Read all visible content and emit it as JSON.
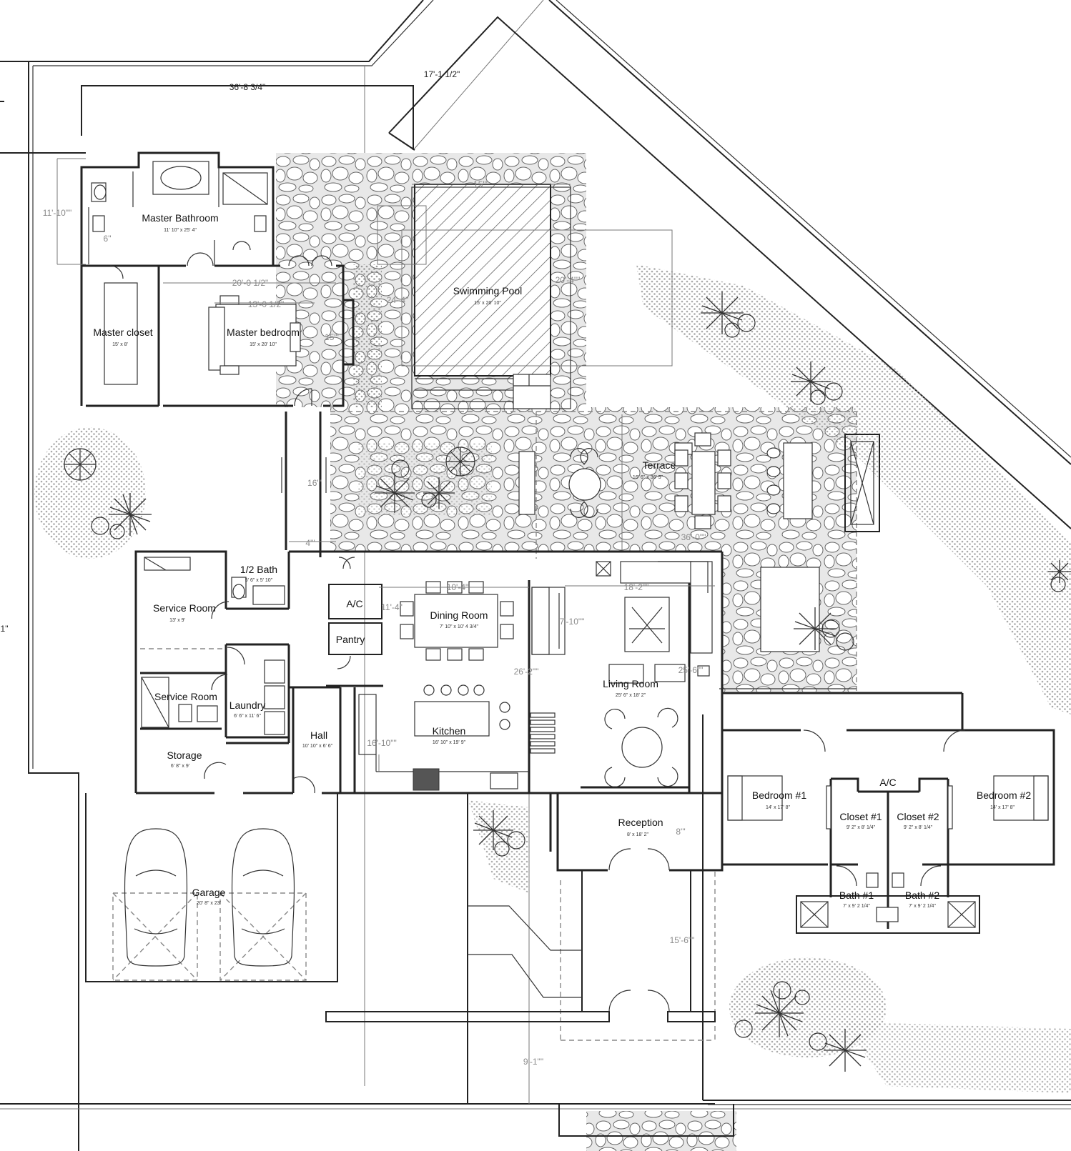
{
  "rooms": {
    "master_bathroom": {
      "name": "Master Bathroom",
      "size": "11' 10\" x 25' 4\""
    },
    "master_closet": {
      "name": "Master closet",
      "size": "15' x 8'"
    },
    "master_bedroom": {
      "name": "Master bedroom",
      "size": "15' x 20' 10\""
    },
    "swimming_pool": {
      "name": "Swimming Pool",
      "size": "15' x 20' 10\""
    },
    "terrace": {
      "name": "Terrace",
      "size": "16' 6\" x 36' 5\""
    },
    "half_bath": {
      "name": "1/2 Bath",
      "size": "5' 6\" x 5' 10\""
    },
    "service_room_1": {
      "name": "Service Room",
      "size": "13' x 9'"
    },
    "service_room_2": {
      "name": "Service Room"
    },
    "ac_main": {
      "name": "A/C"
    },
    "pantry": {
      "name": "Pantry"
    },
    "dining_room": {
      "name": "Dining Room",
      "size": "7' 10\" x 10' 4 3/4\""
    },
    "living_room": {
      "name": "Living Room",
      "size": "25' 6\" x 18' 2\""
    },
    "laundry": {
      "name": "Laundry",
      "size": "6' 6\" x 11' 6\""
    },
    "kitchen": {
      "name": "Kitchen",
      "size": "16' 10\" x 19' 9\""
    },
    "hall": {
      "name": "Hall",
      "size": "10' 10\" x 6' 6\""
    },
    "storage": {
      "name": "Storage",
      "size": "6' 8\" x 9'"
    },
    "garage": {
      "name": "Garage",
      "size": "20' 8\" x 23'"
    },
    "reception": {
      "name": "Reception",
      "size": "8' x 18' 2\""
    },
    "bedroom_1": {
      "name": "Bedroom #1",
      "size": "14' x 17' 8\""
    },
    "bedroom_2": {
      "name": "Bedroom #2",
      "size": "14' x 17' 8\""
    },
    "ac_bedrooms": {
      "name": "A/C"
    },
    "closet_1": {
      "name": "Closet #1",
      "size": "9' 2\" x 8' 1/4\""
    },
    "closet_2": {
      "name": "Closet #2",
      "size": "9' 2\" x 8' 1/4\""
    },
    "bath_1": {
      "name": "Bath #1",
      "size": "7' x 9' 2 1/4\""
    },
    "bath_2": {
      "name": "Bath #2",
      "size": "7' x 9' 2 1/4\""
    }
  },
  "dimensions": {
    "top_width": "36'-8 3/4\"",
    "top_diag": "17'-1 1/2\"",
    "pool_width": "15'\"",
    "left_height": "11'-10\"\"",
    "left_small": "6\"",
    "bedroom_width": "20'-0 1/2\"",
    "bedroom_inner": "13'-0 1/2\"",
    "bedroom_depth": "15'\"",
    "deck_width": "24'-4\"",
    "pool_length": "20'-4\"\"",
    "corridor": "16'\"",
    "corridor_w": "4'\"",
    "terrace_width": "36'-0\"\"",
    "dining_width": "10'-4\"",
    "dining_depth": "11'-4\"",
    "living_width": "18'-2\"\"",
    "sofa_depth": "7'-10\"\"",
    "kitchen_depth": "26'-2\"\"",
    "living_side": "25'-6\"\"",
    "kitchen_width": "16'-10\"\"",
    "reception_d": "8'\"",
    "entry_length": "15'-6\"\"",
    "walk_length": "9'-1\"\"",
    "edge_mark": "1\""
  }
}
